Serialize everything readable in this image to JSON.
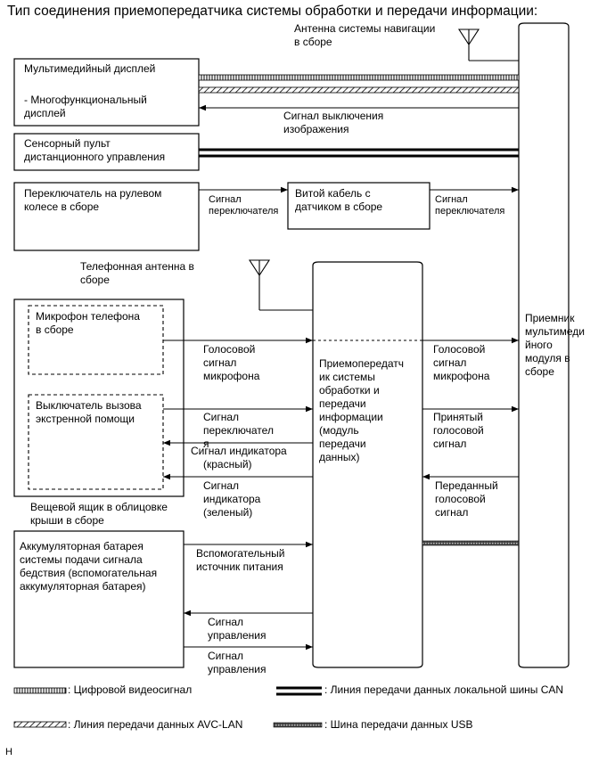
{
  "title": "Тип соединения приемопередатчика системы обработки и передачи информации:",
  "labels": {
    "nav_antenna": [
      "Антенна системы навигации",
      "в сборе"
    ],
    "multimedia_display": "Мультимедийный дисплей",
    "multifunction_display": [
      "- Многофункциональный",
      "дисплей"
    ],
    "image_off_signal": [
      "Сигнал выключения",
      "изображения"
    ],
    "touch_remote": [
      "Сенсорный пульт",
      "дистанционного управления"
    ],
    "steering_switch": [
      "Переключатель на рулевом",
      "колесе в сборе"
    ],
    "switch_signal_1": [
      "Сигнал",
      "переключателя"
    ],
    "spiral_cable": [
      "Витой кабель с",
      "датчиком в сборе"
    ],
    "switch_signal_2": [
      "Сигнал",
      "переключателя"
    ],
    "phone_antenna": [
      "Телефонная антенна в",
      "сборе"
    ],
    "receiver": [
      "Приемник",
      "мультимеди",
      "йного",
      "модуля в",
      "сборе"
    ],
    "phone_mic": [
      "Микрофон телефона",
      "в сборе"
    ],
    "mic_voice_left": [
      "Голосовой",
      "сигнал",
      "микрофона"
    ],
    "transceiver": [
      "Приемопередатч",
      "ик системы",
      "обработки и",
      "передачи",
      "информации",
      "(модуль",
      "передачи",
      "данных)"
    ],
    "mic_voice_right": [
      "Голосовой",
      "сигнал",
      "микрофона"
    ],
    "emergency_switch": [
      "Выключатель вызова",
      "экстренной помощи"
    ],
    "switch_signal_3": [
      "Сигнал",
      "переключател",
      "я"
    ],
    "indicator_red": [
      "Сигнал индикатора",
      "(красный)"
    ],
    "indicator_green": [
      "Сигнал",
      "индикатора",
      "(зеленый)"
    ],
    "received_voice": [
      "Принятый",
      "голосовой",
      "сигнал"
    ],
    "transmitted_voice": [
      "Переданный",
      "голосовой",
      "сигнал"
    ],
    "glovebox": [
      "Вещевой ящик в облицовке",
      "крыши в сборе"
    ],
    "backup_battery": [
      "Аккумуляторная батарея",
      "системы подачи сигнала",
      "бедствия (вспомогательная",
      "аккумуляторная батарея)"
    ],
    "aux_power": [
      "Вспомогательный",
      "источник питания"
    ],
    "control_signal_1": [
      "Сигнал",
      "управления"
    ],
    "control_signal_2": [
      "Сигнал",
      "управления"
    ]
  },
  "legend": {
    "digital_video": ": Цифровой видеосигнал",
    "can": ": Линия передачи данных локальной шины CAN",
    "avc_lan": ": Линия передачи данных AVC-LAN",
    "usb": ": Шина передачи данных USB"
  },
  "footer": "H"
}
